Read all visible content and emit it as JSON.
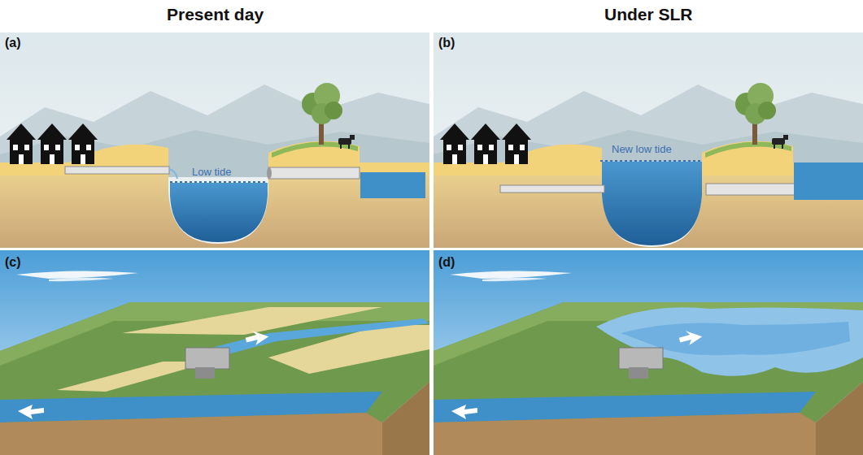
{
  "diagram": {
    "labels": [
      "Present day",
      "Under SLR",
      "(a)",
      "Low tide",
      "(b)",
      "New low tide",
      "(c)",
      "(d)"
    ]
  }
}
